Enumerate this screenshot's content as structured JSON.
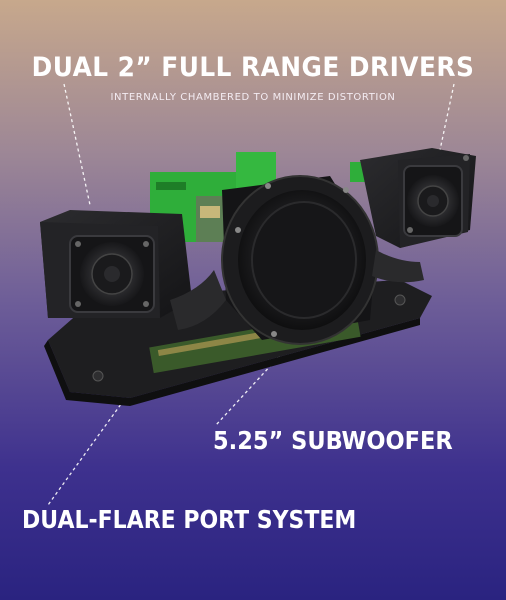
{
  "headline": "DUAL 2” FULL RANGE DRIVERS",
  "subheadline": "INTERNALLY CHAMBERED TO MINIMIZE DISTORTION",
  "callouts": {
    "subwoofer": "5.25” SUBWOOFER",
    "port": "DUAL-FLARE PORT SYSTEM"
  },
  "colors": {
    "background_top": "#c7a88c",
    "background_bottom": "#2a2380",
    "circuit_board": "#2fae3a",
    "speaker_body": "#1c1c1e"
  }
}
